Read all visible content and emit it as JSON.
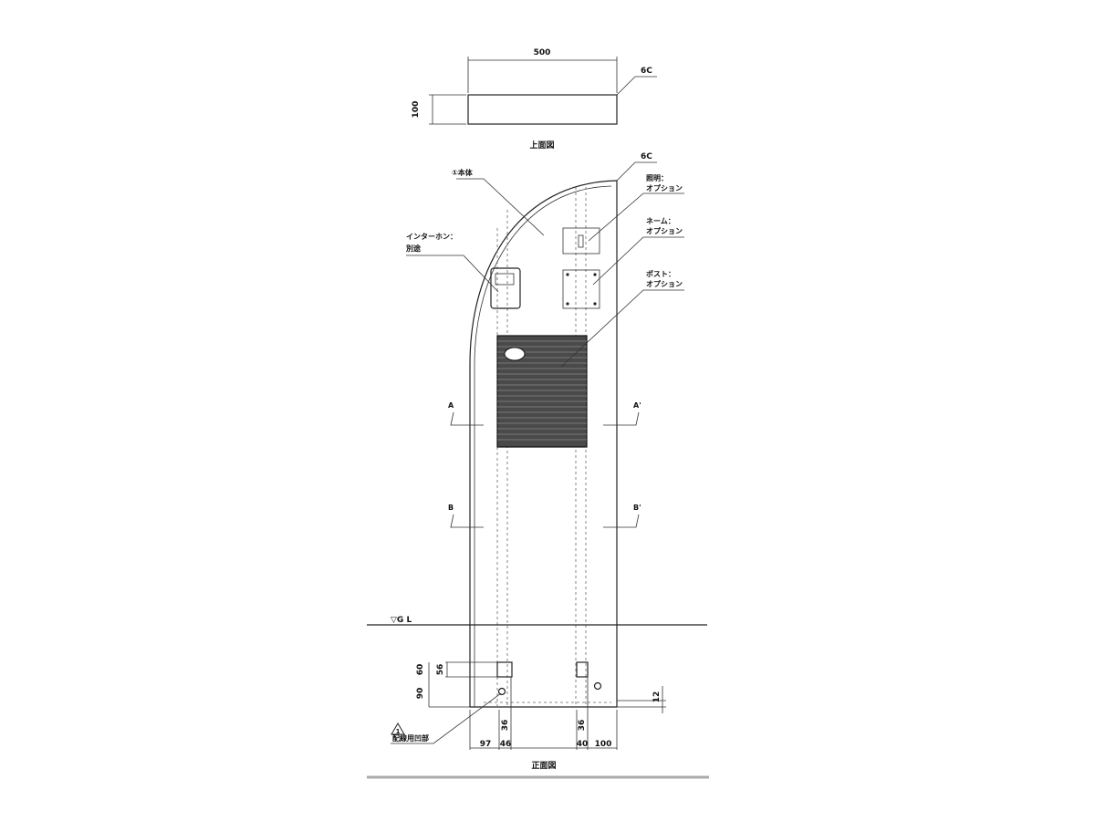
{
  "top_view": {
    "width_dim": "500",
    "depth_dim": "100",
    "chamfer": "6C",
    "caption": "上面図"
  },
  "front_view": {
    "caption": "正面図",
    "chamfer": "6C",
    "body_label": "①本体",
    "intercom_label_1": "インターホン：",
    "intercom_label_2": "別途",
    "light_label_1": "照明：",
    "light_label_2": "オプション",
    "name_label_1": "ネーム：",
    "name_label_2": "オプション",
    "post_label_1": "ポスト：",
    "post_label_2": "オプション",
    "section_a": "A",
    "section_a2": "A'",
    "section_b": "B",
    "section_b2": "B'",
    "ground_line": "▽G L",
    "note_marker": "1",
    "note_label": "配線用凹部",
    "dims": {
      "d60": "60",
      "d90": "90",
      "d56": "56",
      "d12": "12",
      "d36_left": "36",
      "d36_right": "36",
      "d97": "97",
      "d46": "46",
      "d40": "40",
      "d100": "100"
    }
  }
}
